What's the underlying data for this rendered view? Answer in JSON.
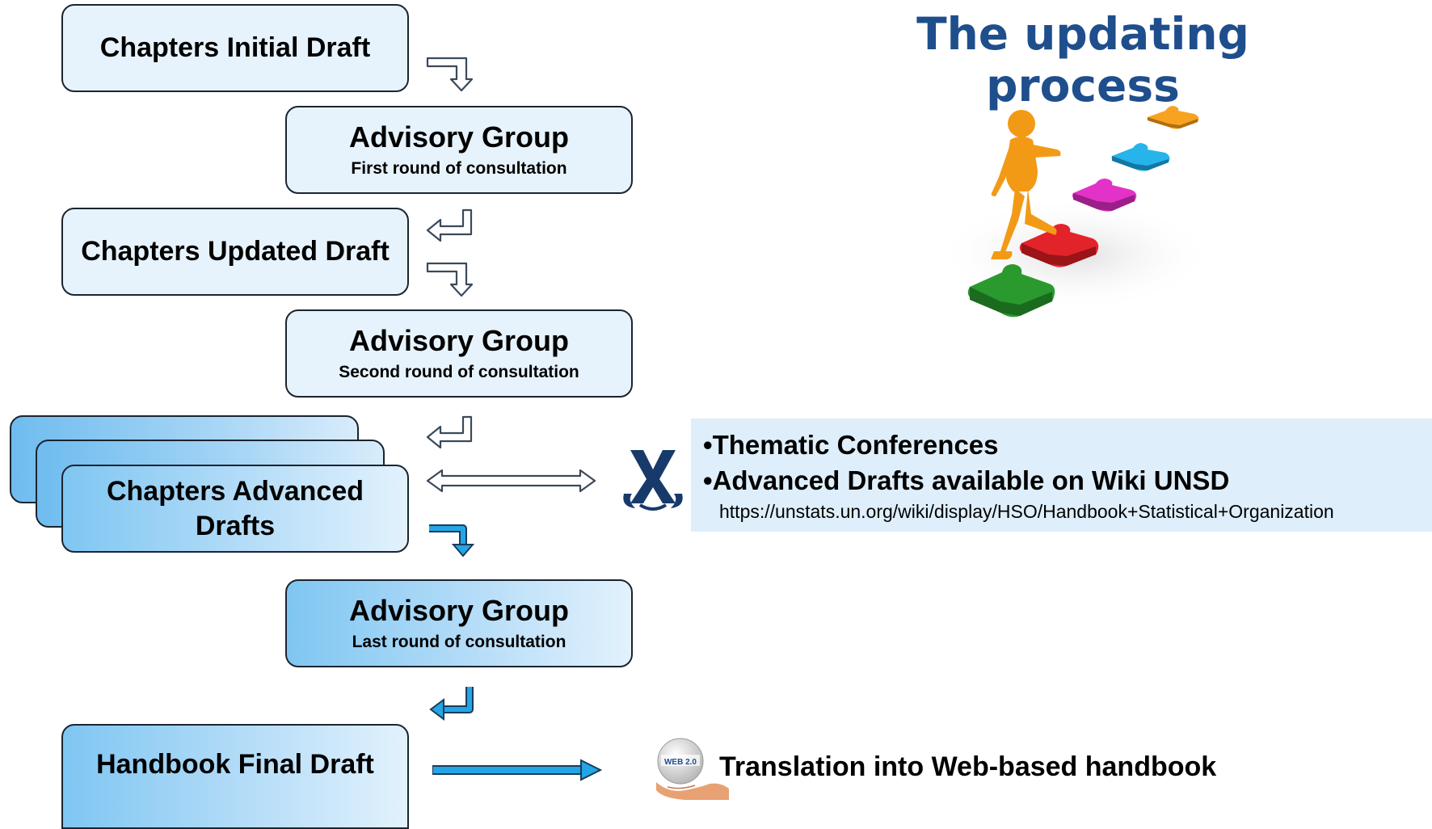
{
  "title": "The updating process",
  "flow": {
    "initial_draft": "Chapters Initial Draft",
    "ag1_title": "Advisory Group",
    "ag1_sub": "First round of consultation",
    "updated_draft": "Chapters Updated Draft",
    "ag2_title": "Advisory Group",
    "ag2_sub": "Second round of consultation",
    "advanced_draft_line1": "Chapters Advanced",
    "advanced_draft_line2": "Drafts",
    "ag3_title": "Advisory Group",
    "ag3_sub": "Last round of consultation",
    "final_draft": "Handbook Final Draft"
  },
  "info": {
    "bullet1": "Thematic Conferences",
    "bullet2": "Advanced Drafts available on Wiki UNSD",
    "url": "https://unstats.un.org/wiki/display/HSO/Handbook+Statistical+Organization"
  },
  "translation": "Translation into Web-based handbook",
  "web_badge_text": "WEB 2.0",
  "icons": {
    "puzzle_illustration": "figure-climbing-puzzle-steps",
    "wiki_logo": "confluence-wiki-icon",
    "web_hand": "web-2-globe-on-hand-icon"
  },
  "colors": {
    "title": "#1f4e8c",
    "box_pale": "#e7f3fc",
    "box_gradient": "#7fc6f2",
    "blue_arrow": "#23a6e6",
    "info_bg": "#deeefa",
    "wiki_logo": "#183a6b"
  }
}
